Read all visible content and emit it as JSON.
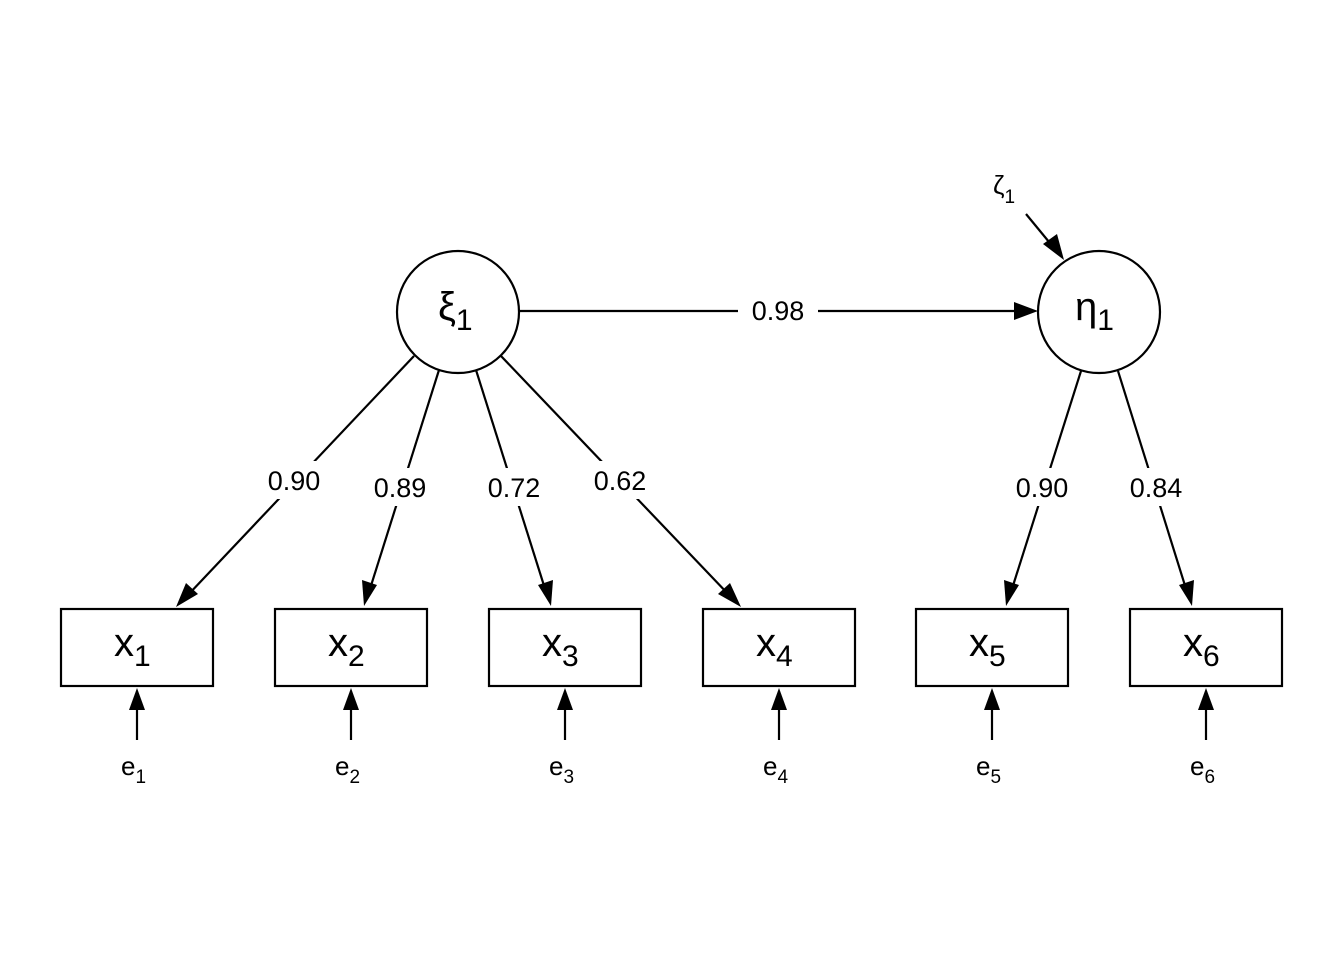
{
  "latents": [
    {
      "id": "xi1",
      "symbol": "ξ",
      "sub": "1"
    },
    {
      "id": "eta1",
      "symbol": "η",
      "sub": "1"
    }
  ],
  "observed": [
    {
      "id": "x1",
      "symbol": "x",
      "sub": "1",
      "error": {
        "symbol": "e",
        "sub": "1"
      }
    },
    {
      "id": "x2",
      "symbol": "x",
      "sub": "2",
      "error": {
        "symbol": "e",
        "sub": "2"
      }
    },
    {
      "id": "x3",
      "symbol": "x",
      "sub": "3",
      "error": {
        "symbol": "e",
        "sub": "3"
      }
    },
    {
      "id": "x4",
      "symbol": "x",
      "sub": "4",
      "error": {
        "symbol": "e",
        "sub": "4"
      }
    },
    {
      "id": "x5",
      "symbol": "x",
      "sub": "5",
      "error": {
        "symbol": "e",
        "sub": "5"
      }
    },
    {
      "id": "x6",
      "symbol": "x",
      "sub": "6",
      "error": {
        "symbol": "e",
        "sub": "6"
      }
    }
  ],
  "disturbance": {
    "target": "eta1",
    "symbol": "ζ",
    "sub": "1"
  },
  "paths": [
    {
      "from": "xi1",
      "to": "eta1",
      "coef": "0.98"
    },
    {
      "from": "xi1",
      "to": "x1",
      "coef": "0.90"
    },
    {
      "from": "xi1",
      "to": "x2",
      "coef": "0.89"
    },
    {
      "from": "xi1",
      "to": "x3",
      "coef": "0.72"
    },
    {
      "from": "xi1",
      "to": "x4",
      "coef": "0.62"
    },
    {
      "from": "eta1",
      "to": "x5",
      "coef": "0.90"
    },
    {
      "from": "eta1",
      "to": "x6",
      "coef": "0.84"
    }
  ]
}
